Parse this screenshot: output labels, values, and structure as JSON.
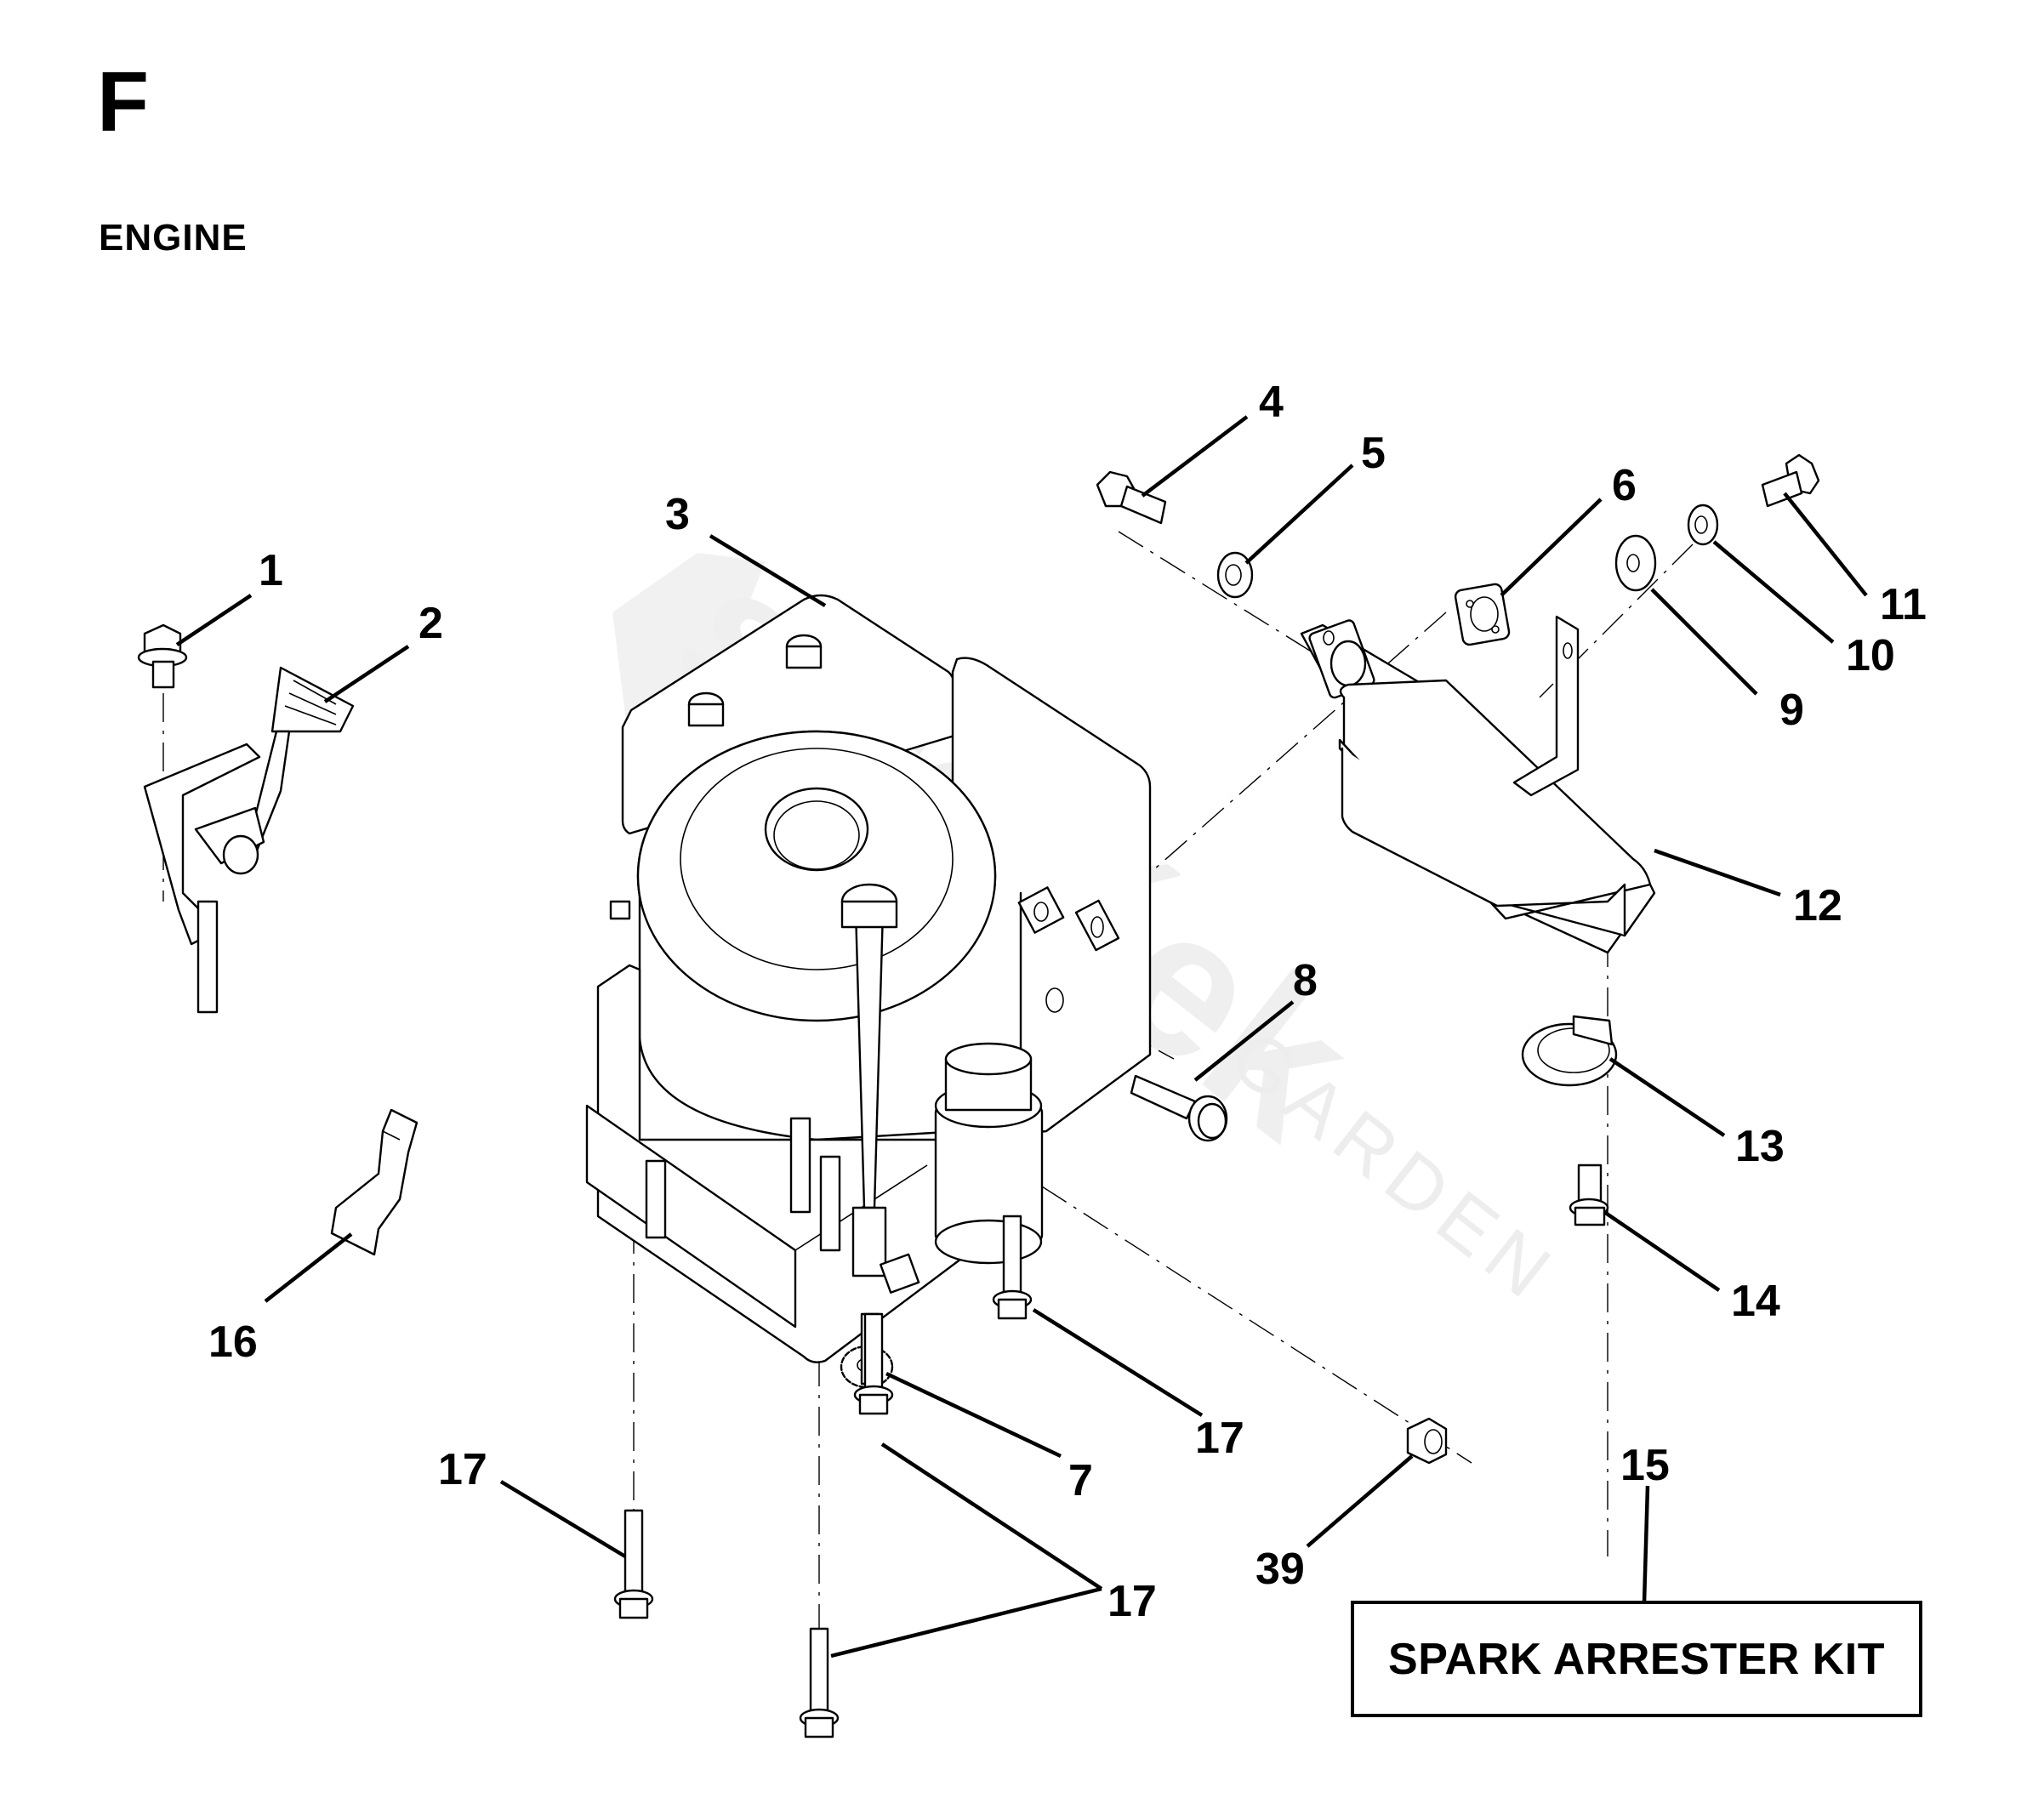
{
  "header": {
    "section_letter": "F",
    "section_title": "ENGINE"
  },
  "watermark": {
    "brand": "strojček",
    "sub": "GARDEN"
  },
  "callouts": [
    {
      "id": "1",
      "label": "1",
      "part": "bolt"
    },
    {
      "id": "2",
      "label": "2",
      "part": "throttle-control-lever"
    },
    {
      "id": "3",
      "label": "3",
      "part": "engine"
    },
    {
      "id": "4",
      "label": "4",
      "part": "bolt"
    },
    {
      "id": "5",
      "label": "5",
      "part": "washer"
    },
    {
      "id": "6",
      "label": "6",
      "part": "exhaust-gasket"
    },
    {
      "id": "7",
      "label": "7",
      "part": "star-lock-washer"
    },
    {
      "id": "8",
      "label": "8",
      "part": "bolt"
    },
    {
      "id": "9",
      "label": "9",
      "part": "flat-washer"
    },
    {
      "id": "10",
      "label": "10",
      "part": "lock-washer"
    },
    {
      "id": "11",
      "label": "11",
      "part": "bolt"
    },
    {
      "id": "12",
      "label": "12",
      "part": "muffler"
    },
    {
      "id": "13",
      "label": "13",
      "part": "spark-arrester-screen"
    },
    {
      "id": "14",
      "label": "14",
      "part": "screw"
    },
    {
      "id": "15",
      "label": "15",
      "part": "spark-arrester-kit"
    },
    {
      "id": "16",
      "label": "16",
      "part": "clip"
    },
    {
      "id": "17a",
      "label": "17",
      "part": "engine-mount-bolt"
    },
    {
      "id": "17b",
      "label": "17",
      "part": "engine-mount-bolt"
    },
    {
      "id": "17c",
      "label": "17",
      "part": "engine-mount-bolt"
    },
    {
      "id": "39",
      "label": "39",
      "part": "lock-nut"
    }
  ],
  "kit_box": {
    "label": "SPARK ARRESTER KIT"
  }
}
